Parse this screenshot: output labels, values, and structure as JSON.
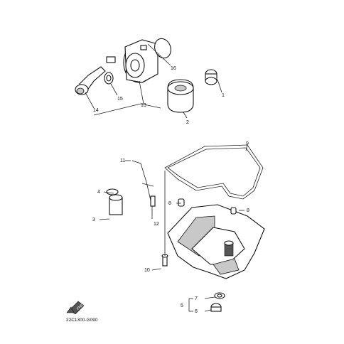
{
  "diagram": {
    "code": "22C1300-G090",
    "front_mark": "FWD",
    "callouts": {
      "c1": "1",
      "c2": "2",
      "c3": "3",
      "c4": "4",
      "c5": "5",
      "c6": "6",
      "c7": "7",
      "c8a": "8",
      "c8b": "8",
      "c9": "9",
      "c10": "10",
      "c11": "11",
      "c12": "12",
      "c13": "13",
      "c14": "14",
      "c15": "15",
      "c16": "16"
    }
  }
}
